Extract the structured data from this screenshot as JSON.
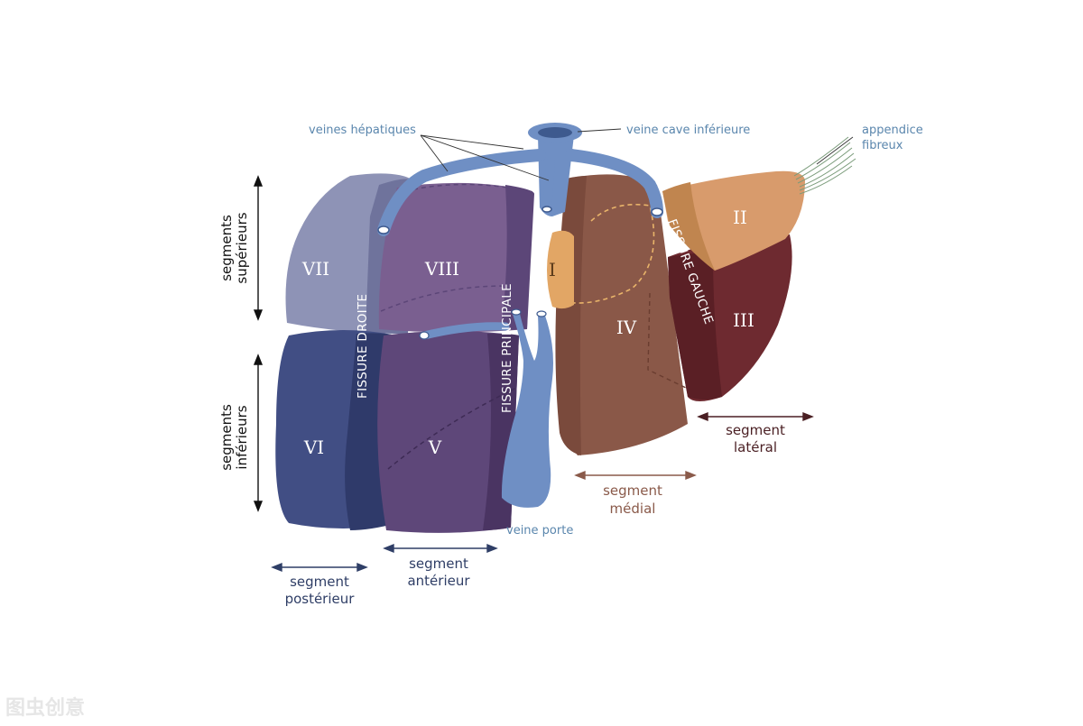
{
  "labels": {
    "veines_hepatiques": "veines hépatiques",
    "veine_cave": "veine cave inférieure",
    "appendice_l1": "appendice",
    "appendice_l2": "fibreux",
    "veine_porte": "veine porte",
    "segments_sup_l1": "segments",
    "segments_sup_l2": "supérieurs",
    "segments_inf_l1": "segments",
    "segments_inf_l2": "inférieurs",
    "seg_post_l1": "segment",
    "seg_post_l2": "postérieur",
    "seg_ant_l1": "segment",
    "seg_ant_l2": "antérieur",
    "seg_med_l1": "segment",
    "seg_med_l2": "médial",
    "seg_lat_l1": "segment",
    "seg_lat_l2": "latéral"
  },
  "fissures": {
    "droite": "FISSURE DROITE",
    "principale": "FISSURE PRINCIPALE",
    "gauche": "FISSURE GAUCHE"
  },
  "segments": {
    "I": "I",
    "II": "II",
    "III": "III",
    "IV": "IV",
    "V": "V",
    "VI": "VI",
    "VII": "VII",
    "VIII": "VIII"
  },
  "watermark": "图虫创意",
  "colors": {
    "vein": "#6f8fc4",
    "seg_vii": "#8e93b6",
    "seg_vi": "#414e84",
    "seg_viii": "#7a5f90",
    "seg_v": "#5e4779",
    "seg_iv": "#8a5848",
    "seg_i": "#e2a665",
    "seg_ii": "#d89b6c",
    "seg_iii": "#6e2a30"
  }
}
